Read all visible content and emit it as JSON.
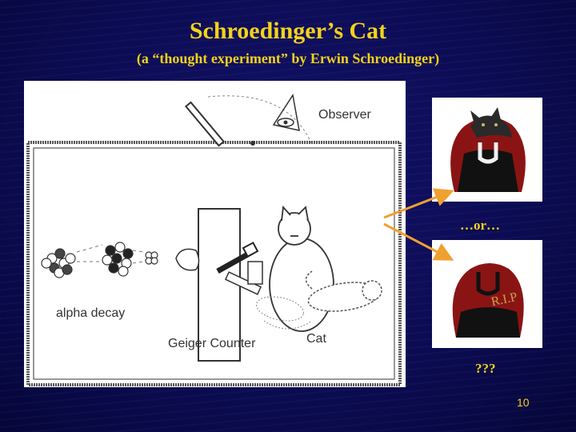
{
  "slide": {
    "title": "Schroedinger’s Cat",
    "subtitle": "(a “thought experiment” by Erwin Schroedinger)",
    "or_text": "…or…",
    "question_marks": "???",
    "page_number": "10"
  },
  "diagram": {
    "observer_label": "Observer",
    "alpha_label": "alpha decay",
    "geiger_label": "Geiger Counter",
    "cat_label": "Cat"
  },
  "photos": {
    "rip_text": "R.I.P"
  },
  "colors": {
    "background": "#0b0b52",
    "text_accent": "#f4d21a",
    "arrow": "#f0a030",
    "bag_red": "#8a1414",
    "bag_black": "#111111"
  }
}
